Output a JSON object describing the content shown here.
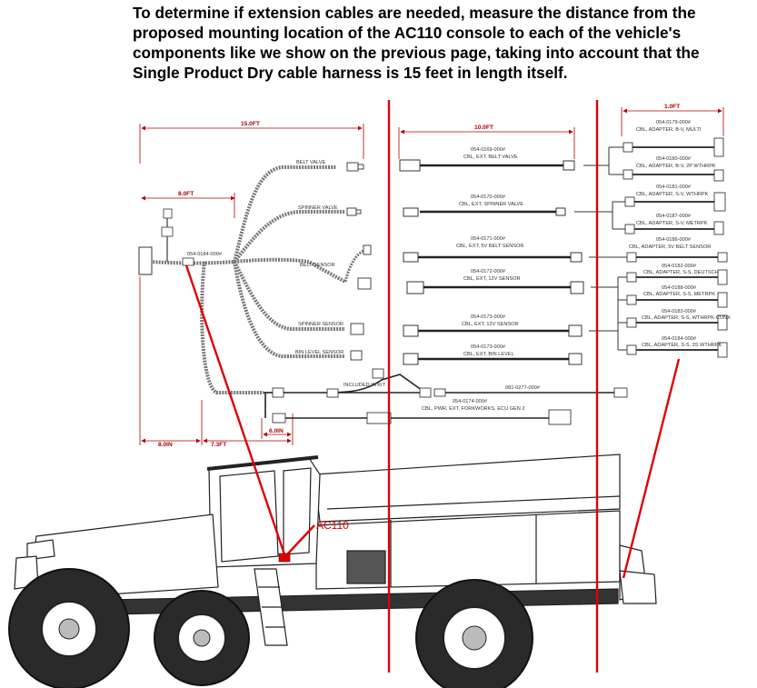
{
  "intro": "To determine if extension cables are needed, measure the distance from the proposed mounting location of the AC110 console to each of the vehicle's components like we show on the previous page, taking into account that the Single Product Dry cable harness is 15 feet in length itself.",
  "dimensions": {
    "harness_length": "15.0FT",
    "extension_length": "10.0FT",
    "adapter_length": "1.0FT",
    "short_branch": "8.0FT",
    "bottom_left": "8.0IN",
    "bottom_mid": "7.3FT",
    "bottom_small": "6.0IN"
  },
  "harness": {
    "part": "054-0184-000#",
    "branches": [
      "BELT VALVE",
      "SPINNER VALVE",
      "BELT SENSOR",
      "SPINNER SENSOR",
      "BIN LEVEL SENSOR"
    ]
  },
  "extensions": [
    {
      "part": "054-0169-000#",
      "desc": "CBL, EXT, BELT VALVE"
    },
    {
      "part": "054-0170-000#",
      "desc": "CBL, EXT, SPINNER VALVE"
    },
    {
      "part": "054-0171-000#",
      "desc": "CBL, EXT, 5V BELT SENSOR"
    },
    {
      "part": "054-0172-000#",
      "desc": "CBL, EXT, 12V SENSOR"
    },
    {
      "part": "054-0173-000#",
      "desc": "CBL, EXT, 12V SENSOR"
    },
    {
      "part": "054-0173-000#",
      "desc": "CBL, EXT, BIN LEVEL"
    }
  ],
  "adapters": [
    {
      "part": "054-0179-000#",
      "desc": "CBL, ADAPTER, B-V, MULTI"
    },
    {
      "part": "054-0180-000#",
      "desc": "CBL, ADAPTER, B-V, 2P WTHRPK"
    },
    {
      "part": "054-0181-000#",
      "desc": "CBL, ADAPTER, S-V, WTHRPK"
    },
    {
      "part": "054-0187-000#",
      "desc": "CBL, ADAPTER, S-V, METRPK"
    },
    {
      "part": "054-0186-000#",
      "desc": "CBL, ADAPTER, 5V BELT SENSOR"
    },
    {
      "part": "054-0182-000#",
      "desc": "CBL, ADAPTER, S-S, DEUTSCH"
    },
    {
      "part": "054-0188-000#",
      "desc": "CBL, ADAPTER, S-S, METRPK"
    },
    {
      "part": "054-0183-000#",
      "desc": "CBL, ADAPTER, S-S, WTHRPK-CONX"
    },
    {
      "part": "054-0184-000#",
      "desc": "CBL, ADAPTER, S-S, 3S WTHRPK"
    }
  ],
  "included_kit": "INCLUDED IN KIT",
  "power": {
    "part": "081-0277-000#"
  },
  "pwr_ext": {
    "part": "054-0174-000#",
    "desc": "CBL, PWR, EXT, FORKWORKS, ECU GEN 2"
  },
  "console": "AC110",
  "colors": {
    "marker": "#e00000",
    "line": "#444444",
    "dim": "#b00000"
  }
}
